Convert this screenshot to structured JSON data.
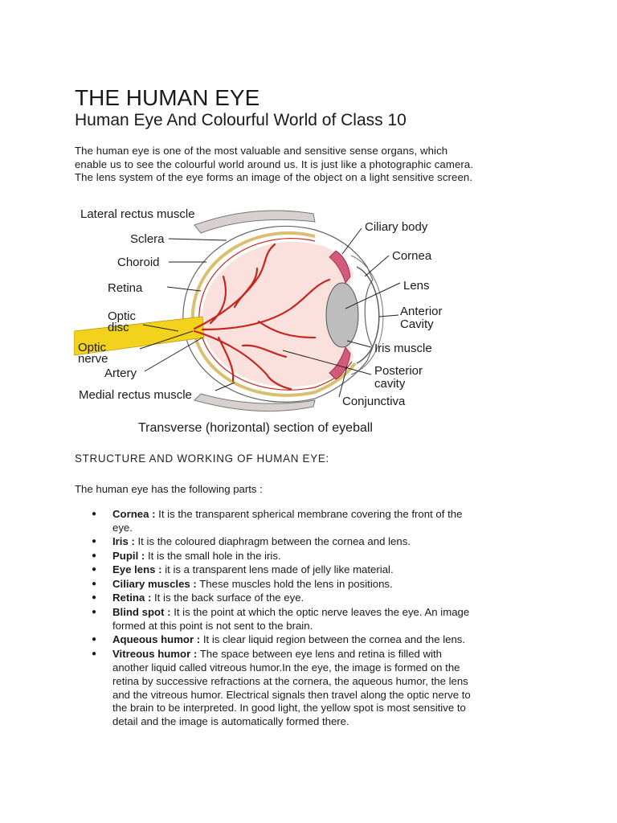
{
  "header": {
    "title": "THE HUMAN EYE",
    "subtitle": "Human Eye And Colourful World of Class 10"
  },
  "intro": {
    "line1": "The human eye is one of the most valuable and sensitive sense organs, which",
    "line2": "enable us to see the colourful world around us. It is just like a photographic camera.",
    "line3": "The lens system of the eye forms an image of the object on a light sensitive screen."
  },
  "figure": {
    "labels": {
      "lateral_rectus": "Lateral rectus muscle",
      "sclera": "Sclera",
      "choroid": "Choroid",
      "retina": "Retina",
      "optic_disc_1": "Optic",
      "optic_disc_2": "disc",
      "optic_nerve_1": "Optic",
      "optic_nerve_2": "nerve",
      "artery": "Artery",
      "medial_rectus": "Medial rectus muscle",
      "ciliary_body": "Ciliary body",
      "cornea": "Cornea",
      "lens": "Lens",
      "anterior_1": "Anterior",
      "anterior_2": "Cavity",
      "iris_muscle": "Iris muscle",
      "posterior_1": "Posterior",
      "posterior_2": "cavity",
      "conjunctiva": "Conjunctiva"
    },
    "caption": "Transverse (horizontal) section of eyeball",
    "colors": {
      "eyeball": "#fbe1de",
      "vessel": "#c4261d",
      "nerve": "#f2d21c",
      "lens": "#bdbdbd",
      "sclera_band": "#f0e9b0"
    }
  },
  "section": {
    "heading": "STRUCTURE AND WORKING OF HUMAN EYE:",
    "parts_intro": "The human eye has the following parts :"
  },
  "parts": [
    {
      "term": "Cornea :",
      "lines": [
        " It is the transparent spherical membrane covering the front of the",
        "eye."
      ]
    },
    {
      "term": "Iris :",
      "lines": [
        " It is the coloured diaphragm between the cornea and lens."
      ]
    },
    {
      "term": "Pupil :",
      "lines": [
        " It is the small hole in the iris."
      ]
    },
    {
      "term": "Eye lens :",
      "lines": [
        " it is a transparent lens made of jelly like material."
      ]
    },
    {
      "term": "Ciliary muscles :",
      "lines": [
        " These muscles hold the lens in positions."
      ]
    },
    {
      "term": "Retina :",
      "lines": [
        " It is the back surface of the eye."
      ]
    },
    {
      "term": "Blind spot :",
      "lines": [
        " It is the point at which the optic nerve leaves the eye. An image",
        "formed at this point is not sent to the brain."
      ]
    },
    {
      "term": "Aqueous humor :",
      "lines": [
        " It is clear liquid region between the cornea and the lens."
      ]
    },
    {
      "term": "Vitreous humor :",
      "lines": [
        " The space between eye lens and retina is filled with",
        "another liquid called vitreous humor.In the eye, the image is formed on the",
        "retina by successive refractions at the cornera, the aqueous humor, the lens",
        "and the vitreous humor. Electrical signals then travel along the optic nerve to",
        "the brain to be interpreted. In good light, the yellow spot is most sensitive to",
        "detail and the image is automatically formed there."
      ]
    }
  ],
  "icons": {
    "bullet": "bullet-dot"
  }
}
